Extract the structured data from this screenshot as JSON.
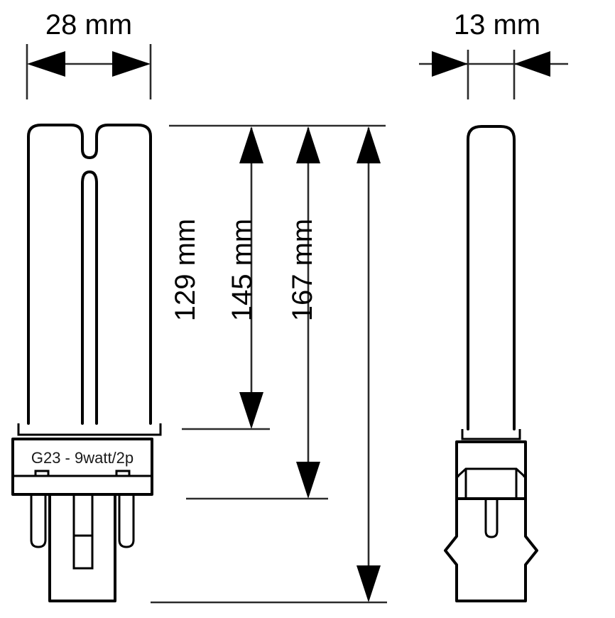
{
  "drawing": {
    "title": "G23 compact fluorescent lamp dimensioned drawing",
    "units": "mm",
    "line_color": "#000000",
    "background_color": "#ffffff"
  },
  "dimensions": {
    "width_front": {
      "label": "28 mm",
      "value": 28,
      "unit": "mm",
      "orientation": "horizontal"
    },
    "width_side": {
      "label": "13 mm",
      "value": 13,
      "unit": "mm",
      "orientation": "horizontal"
    },
    "height_tube": {
      "label": "129 mm",
      "value": 129,
      "unit": "mm",
      "orientation": "vertical"
    },
    "height_to_base_shoulder": {
      "label": "145 mm",
      "value": 145,
      "unit": "mm",
      "orientation": "vertical"
    },
    "height_overall": {
      "label": "167 mm",
      "value": 167,
      "unit": "mm",
      "orientation": "vertical"
    }
  },
  "front_view": {
    "name": "front-view",
    "base_label": "G23 - 9watt/2p",
    "pin_count": 2,
    "tube_type": "twin-tube"
  },
  "side_view": {
    "name": "side-view",
    "tube_type": "single-profile"
  }
}
